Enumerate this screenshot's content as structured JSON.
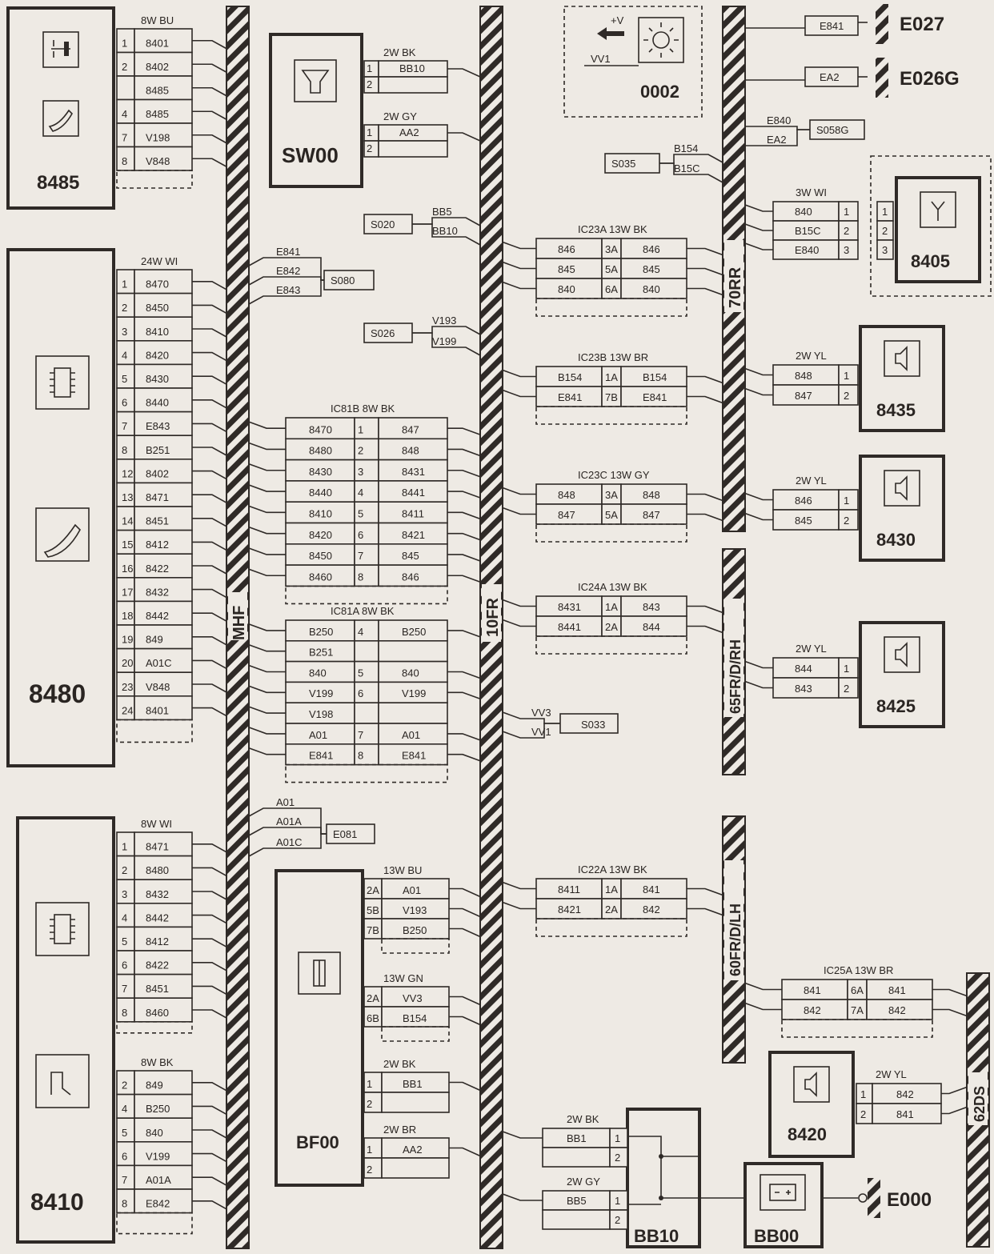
{
  "components": {
    "c8485": "8485",
    "c8480": "8480",
    "c8410": "8410",
    "csw00": "SW00",
    "c0002": "0002",
    "c8405": "8405",
    "c8435": "8435",
    "c8430": "8430",
    "c8425": "8425",
    "c8420": "8420",
    "cbf00": "BF00",
    "cbb10": "BB10",
    "cbb00": "BB00",
    "plusv": "+V",
    "vv1": "VV1"
  },
  "harnesses": {
    "mhf": "MHF",
    "h10fr": "10FR",
    "h70rr": "70RR",
    "h65": "65FR/D/RH",
    "h60": "60FR/D/LH",
    "h62": "62DS"
  },
  "grounds": {
    "e027": "E027",
    "e026g": "E026G",
    "e000": "E000"
  },
  "connectors": {
    "c8485": {
      "header": "8W BU",
      "pins": [
        [
          "1",
          "8401"
        ],
        [
          "2",
          "8402"
        ],
        [
          "",
          "8485"
        ],
        [
          "4",
          "8485"
        ],
        [
          "7",
          "V198"
        ],
        [
          "8",
          "V848"
        ]
      ]
    },
    "c8480": {
      "header": "24W WI",
      "pins": [
        [
          "1",
          "8470"
        ],
        [
          "2",
          "8450"
        ],
        [
          "3",
          "8410"
        ],
        [
          "4",
          "8420"
        ],
        [
          "5",
          "8430"
        ],
        [
          "6",
          "8440"
        ],
        [
          "7",
          "E843"
        ],
        [
          "8",
          "B251"
        ],
        [
          "12",
          "8402"
        ],
        [
          "13",
          "8471"
        ],
        [
          "14",
          "8451"
        ],
        [
          "15",
          "8412"
        ],
        [
          "16",
          "8422"
        ],
        [
          "17",
          "8432"
        ],
        [
          "18",
          "8442"
        ],
        [
          "19",
          "849"
        ],
        [
          "20",
          "A01C"
        ],
        [
          "23",
          "V848"
        ],
        [
          "24",
          "8401"
        ]
      ]
    },
    "c8410a": {
      "header": "8W WI",
      "pins": [
        [
          "1",
          "8471"
        ],
        [
          "2",
          "8480"
        ],
        [
          "3",
          "8432"
        ],
        [
          "4",
          "8442"
        ],
        [
          "5",
          "8412"
        ],
        [
          "6",
          "8422"
        ],
        [
          "7",
          "8451"
        ],
        [
          "8",
          "8460"
        ]
      ]
    },
    "c8410b": {
      "header": "8W BK",
      "pins": [
        [
          "2",
          "849"
        ],
        [
          "4",
          "B250"
        ],
        [
          "5",
          "840"
        ],
        [
          "6",
          "V199"
        ],
        [
          "7",
          "A01A"
        ],
        [
          "8",
          "E842"
        ]
      ]
    },
    "csw1": {
      "header": "2W BK",
      "pins": [
        [
          "1",
          "BB10"
        ],
        [
          "2",
          ""
        ]
      ]
    },
    "csw2": {
      "header": "2W GY",
      "pins": [
        [
          "1",
          "AA2"
        ],
        [
          "2",
          ""
        ]
      ]
    },
    "ic81b": {
      "header": "IC81B 8W BK",
      "rows": [
        [
          "8470",
          "1",
          "847"
        ],
        [
          "8480",
          "2",
          "848"
        ],
        [
          "8430",
          "3",
          "8431"
        ],
        [
          "8440",
          "4",
          "8441"
        ],
        [
          "8410",
          "5",
          "8411"
        ],
        [
          "8420",
          "6",
          "8421"
        ],
        [
          "8450",
          "7",
          "845"
        ],
        [
          "8460",
          "8",
          "846"
        ]
      ]
    },
    "ic81a": {
      "header": "IC81A 8W BK",
      "rows": [
        [
          "B250",
          "4",
          "B250"
        ],
        [
          "B251",
          "",
          ""
        ],
        [
          "840",
          "5",
          "840"
        ],
        [
          "V199",
          "6",
          "V199"
        ],
        [
          "V198",
          "",
          ""
        ],
        [
          "A01",
          "7",
          "A01"
        ],
        [
          "E841",
          "8",
          "E841"
        ]
      ]
    },
    "bf1": {
      "header": "13W BU",
      "pins": [
        [
          "2A",
          "A01"
        ],
        [
          "5B",
          "V193"
        ],
        [
          "7B",
          "B250"
        ]
      ]
    },
    "bf2": {
      "header": "13W GN",
      "pins": [
        [
          "2A",
          "VV3"
        ],
        [
          "6B",
          "B154"
        ]
      ]
    },
    "bf3": {
      "header": "2W BK",
      "pins": [
        [
          "1",
          "BB1"
        ],
        [
          "2",
          ""
        ]
      ]
    },
    "bf4": {
      "header": "2W BR",
      "pins": [
        [
          "1",
          "AA2"
        ],
        [
          "2",
          ""
        ]
      ]
    },
    "ic23a": {
      "header": "IC23A 13W BK",
      "rows": [
        [
          "846",
          "3A",
          "846"
        ],
        [
          "845",
          "5A",
          "845"
        ],
        [
          "840",
          "6A",
          "840"
        ]
      ]
    },
    "ic23b": {
      "header": "IC23B 13W BR",
      "rows": [
        [
          "B154",
          "1A",
          "B154"
        ],
        [
          "E841",
          "7B",
          "E841"
        ]
      ]
    },
    "ic23c": {
      "header": "IC23C 13W GY",
      "rows": [
        [
          "848",
          "3A",
          "848"
        ],
        [
          "847",
          "5A",
          "847"
        ]
      ]
    },
    "ic24a": {
      "header": "IC24A 13W BK",
      "rows": [
        [
          "8431",
          "1A",
          "843"
        ],
        [
          "8441",
          "2A",
          "844"
        ]
      ]
    },
    "ic22a": {
      "header": "IC22A 13W BK",
      "rows": [
        [
          "8411",
          "1A",
          "841"
        ],
        [
          "8421",
          "2A",
          "842"
        ]
      ]
    },
    "ic25a": {
      "header": "IC25A 13W BR",
      "rows": [
        [
          "841",
          "6A",
          "841"
        ],
        [
          "842",
          "7A",
          "842"
        ]
      ]
    },
    "c8405": {
      "header": "3W WI",
      "pins": [
        [
          "840",
          "1"
        ],
        [
          "B15C",
          "2"
        ],
        [
          "E840",
          "3"
        ]
      ],
      "mate": [
        "1",
        "2",
        "3"
      ]
    },
    "c8435": {
      "header": "2W YL",
      "pins": [
        [
          "848",
          "1"
        ],
        [
          "847",
          "2"
        ]
      ]
    },
    "c8430": {
      "header": "2W YL",
      "pins": [
        [
          "846",
          "1"
        ],
        [
          "845",
          "2"
        ]
      ]
    },
    "c8425": {
      "header": "2W YL",
      "pins": [
        [
          "844",
          "1"
        ],
        [
          "843",
          "2"
        ]
      ]
    },
    "c8420": {
      "header": "2W YL",
      "pins": [
        [
          "1",
          "842"
        ],
        [
          "2",
          "841"
        ]
      ]
    },
    "bb10a": {
      "header": "2W BK",
      "pins": [
        [
          "BB1",
          "1"
        ],
        [
          "",
          "2"
        ]
      ]
    },
    "bb10b": {
      "header": "2W GY",
      "pins": [
        [
          "BB5",
          "1"
        ],
        [
          "",
          "2"
        ]
      ]
    }
  },
  "splices": {
    "s080": {
      "name": "S080",
      "wires": [
        "E841",
        "E842",
        "E843"
      ]
    },
    "s020": {
      "name": "S020",
      "wires": [
        "BB5",
        "BB10"
      ]
    },
    "s026": {
      "name": "S026",
      "wires": [
        "V193",
        "V199"
      ]
    },
    "e081": {
      "name": "E081",
      "wires": [
        "A01",
        "A01A",
        "A01C"
      ]
    },
    "s035": {
      "name": "S035",
      "wires": [
        "B154",
        "B15C"
      ]
    },
    "s033": {
      "name": "S033",
      "wires": [
        "VV3",
        "VV1"
      ]
    },
    "s058g": {
      "name": "S058G",
      "wires": [
        "E840",
        "EA2"
      ]
    },
    "e841box": {
      "name": "E841"
    },
    "ea2box": {
      "name": "EA2"
    }
  }
}
